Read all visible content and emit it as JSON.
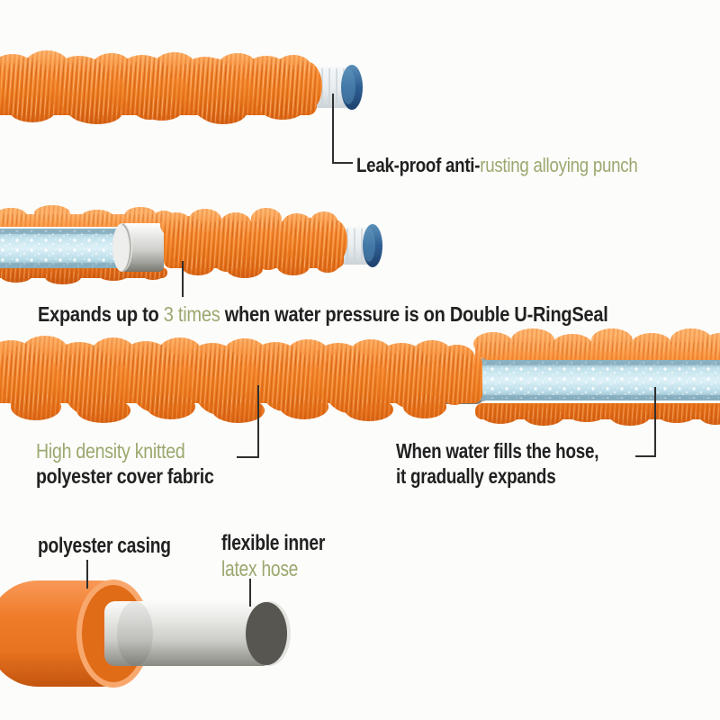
{
  "page": {
    "background_color": "#fcfcfa",
    "description": "Expandable garden hose product feature diagram"
  },
  "colors": {
    "fabric_orange": "#ef7c1e",
    "highlight_green": "#9aa86f",
    "text_black": "#212121",
    "water_tube_blue": "#c7e4ee",
    "metal_silver": "#bfbfbc",
    "connector_cap_blue": "#2e5e92",
    "callout_line": "#2f2f2f"
  },
  "annotations": {
    "leak": {
      "black": "Leak-proof anti-",
      "green": "rusting alloying punch"
    },
    "expands": {
      "pre": "Expands up to ",
      "highlight": "3 times",
      "post": " when water pressure is on Double U-RingSeal"
    },
    "fabric": {
      "green": "High density knitted",
      "black": "polyester cover fabric"
    },
    "fills": {
      "line1": "When water fills the hose,",
      "line2": "it gradually expands"
    },
    "casing": {
      "label": "polyester casing"
    },
    "inner": {
      "black": "flexible inner",
      "green": "latex hose"
    }
  }
}
